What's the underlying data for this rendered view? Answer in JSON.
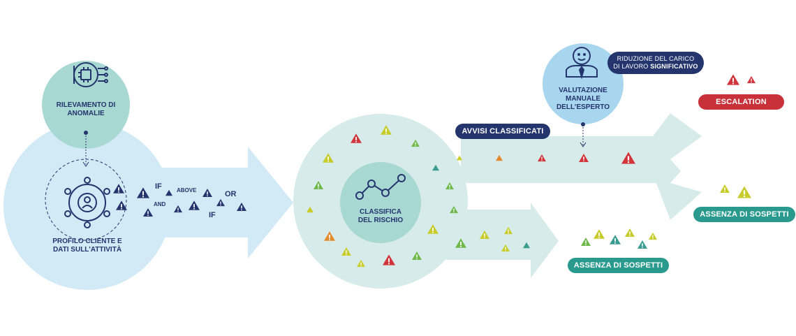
{
  "colors": {
    "light_blue": "#d2e9f6",
    "light_teal": "#d7ecea",
    "teal_circle": "#a8d8d2",
    "sky_circle": "#a9d6ef",
    "navy": "#24356e",
    "teal_pill": "#2a9a8e",
    "red_pill": "#c8303a",
    "red": "#d1343a",
    "orange": "#e48a2c",
    "yellow_green": "#c7cc2a",
    "green": "#6fb84a",
    "teal": "#3a9b8f",
    "dark_blue": "#1f3568"
  },
  "labels": {
    "anomaly_detection": "RILEVAMENTO DI ANOMALIE",
    "client_profile": "PROFILO CLIENTE E DATI SULL'ATTIVITÀ",
    "risk_ranking": "CLASSIFICA DEL RISCHIO",
    "expert_review": "VALUTAZIONE MANUALE DELL'ESPERTO",
    "workload_line1": "RIDUZIONE DEL CARICO",
    "workload_line2_prefix": "DI LAVORO ",
    "workload_line2_bold": "SIGNIFICATIVO",
    "ranked_alerts": "AVVISI CLASSIFICATI",
    "escalation": "ESCALATION",
    "no_suspicion_top": "ASSENZA DI SOSPETTI",
    "no_suspicion_bottom": "ASSENZA DI SOSPETTI"
  },
  "logic_words": {
    "if_1": "IF",
    "above": "ABOVE",
    "or": "OR",
    "and": "AND",
    "if_2": "IF"
  },
  "icons": {
    "anomaly": "gear-chip-icon",
    "profile": "user-network-icon",
    "risk": "line-chart-icon",
    "expert": "expert-avatar-icon",
    "alert": "warning-triangle-icon"
  }
}
